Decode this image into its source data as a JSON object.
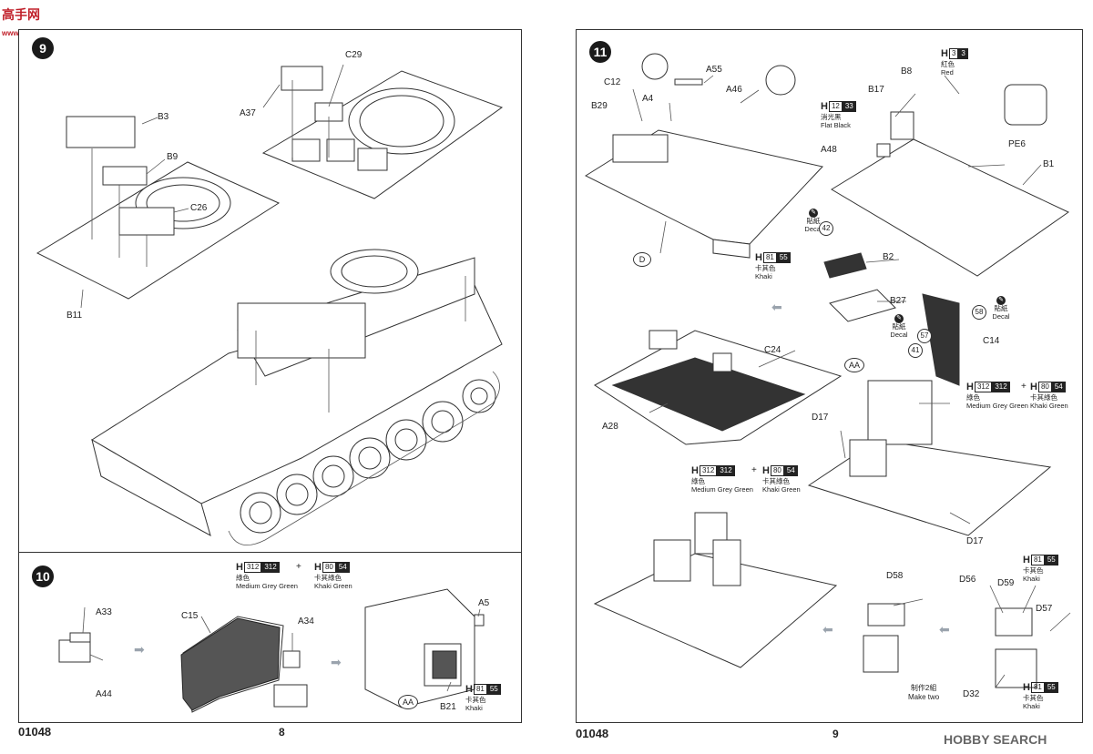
{
  "watermark_top": {
    "name": "高手网",
    "url": "www.gaoshou.net"
  },
  "watermark_bottom": "HOBBY SEARCH",
  "left_page": {
    "code": "01048",
    "page_number": "8",
    "step9": {
      "number": "9",
      "labels": {
        "c29": "C29",
        "a37": "A37",
        "b3": "B3",
        "b9": "B9",
        "c26": "C26",
        "b11": "B11"
      }
    },
    "step10": {
      "number": "10",
      "labels": {
        "a33": "A33",
        "a44": "A44",
        "c15": "C15",
        "a34": "A34",
        "a5": "A5",
        "b21": "B21",
        "aa": "AA"
      },
      "paint_mix": {
        "h1": "H",
        "n1": "312",
        "d1": "312",
        "c1": "綠色",
        "e1": "Medium Grey Green",
        "plus": "+",
        "h2": "H",
        "n2": "80",
        "d2": "54",
        "c2": "卡其綠色",
        "e2": "Khaki Green"
      },
      "paint_b21": {
        "h": "H",
        "n": "81",
        "d": "55",
        "c": "卡其色",
        "e": "Khaki"
      }
    }
  },
  "right_page": {
    "code": "01048",
    "page_number": "9",
    "step11": {
      "number": "11",
      "labels": {
        "c12": "C12",
        "a4": "A4",
        "a55": "A55",
        "a46": "A46",
        "b29": "B29",
        "d": "D",
        "b8": "B8",
        "b17": "B17",
        "a48": "A48",
        "pe6": "PE6",
        "b1": "B1",
        "b2": "B2",
        "b27": "B27",
        "c24": "C24",
        "a28": "A28",
        "c14": "C14",
        "aa": "AA",
        "d17a": "D17",
        "d17b": "D17",
        "d58": "D58",
        "d56": "D56",
        "d59": "D59",
        "d57": "D57",
        "d32": "D32"
      },
      "paint_red": {
        "h": "H",
        "n": "3",
        "d": "3",
        "c": "紅色",
        "e": "Red"
      },
      "paint_flat": {
        "h": "H",
        "n": "12",
        "d": "33",
        "c": "消光黑",
        "e": "Flat Black"
      },
      "paint_b2": {
        "h": "H",
        "n": "81",
        "d": "55",
        "c": "卡其色",
        "e": "Khaki"
      },
      "paint_c14a": {
        "h": "H",
        "n": "312",
        "d": "312",
        "c": "綠色",
        "e": "Medium Grey Green"
      },
      "paint_c14b": {
        "h": "H",
        "n": "80",
        "d": "54",
        "c": "卡其綠色",
        "e": "Khaki Green"
      },
      "paint_a28a": {
        "h": "H",
        "n": "312",
        "d": "312",
        "c": "綠色",
        "e": "Medium Grey Green"
      },
      "paint_a28b": {
        "h": "H",
        "n": "80",
        "d": "54",
        "c": "卡其綠色",
        "e": "Khaki Green"
      },
      "paint_d59": {
        "h": "H",
        "n": "81",
        "d": "55",
        "c": "卡其色",
        "e": "Khaki"
      },
      "paint_d32": {
        "h": "H",
        "n": "81",
        "d": "55",
        "c": "卡其色",
        "e": "Khaki"
      },
      "plus": "+",
      "decal42": {
        "num": "42",
        "c": "貼紙",
        "e": "Decal"
      },
      "decal58": {
        "num": "58",
        "c": "貼紙",
        "e": "Decal"
      },
      "decal57": {
        "num": "57",
        "c": "貼紙",
        "e": "Decal"
      },
      "decal41": "41",
      "make_two": {
        "c": "制作2組",
        "e": "Make two"
      }
    }
  }
}
